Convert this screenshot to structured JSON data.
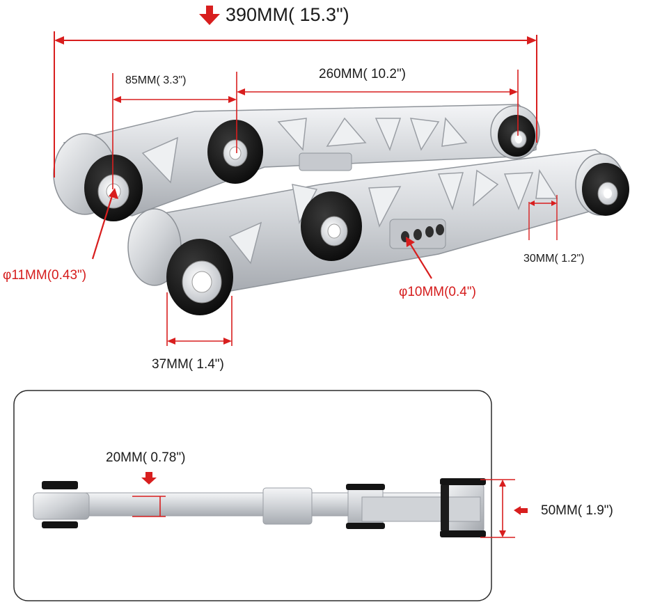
{
  "colors": {
    "dimension_line": "#d81e1e",
    "arrow": "#d81e1e",
    "metal": "#d6d9dd",
    "bushing": "#141414",
    "panel_border": "#2b2b2b"
  },
  "dimensions": {
    "overall_length": "390MM(  15.3\")",
    "pivot_offset": "85MM(  3.3\")",
    "pivot_span": "260MM(  10.2\")",
    "bushing_bore": "φ11MM(0.43\")",
    "adjust_hole": "φ10MM(0.4\")",
    "end_spacing": "30MM(  1.2\")",
    "bushing_width": "37MM(  1.4\")",
    "bar_thickness": "20MM(  0.78\")",
    "total_height": "50MM(  1.9\")"
  },
  "photo": {
    "top_view": "two-silver-lower-control-arms-icon",
    "side_view": "side-profile-control-arm-icon"
  }
}
